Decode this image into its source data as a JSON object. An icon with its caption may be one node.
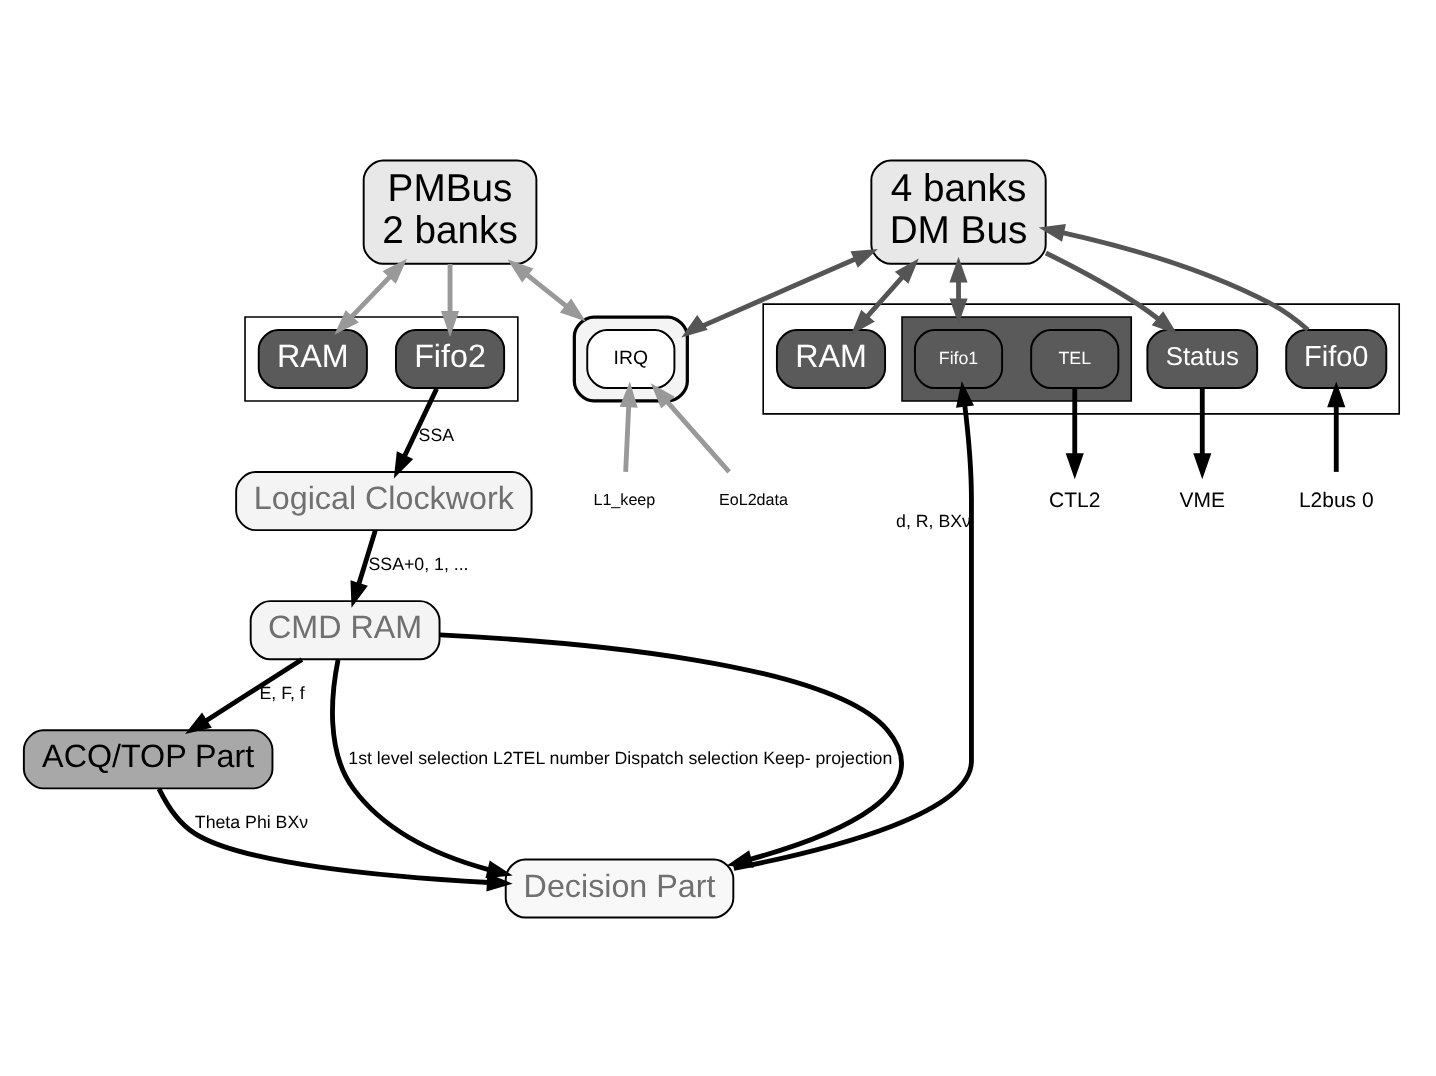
{
  "diagram": {
    "nodes": [
      {
        "text": [
          "PMBus",
          "2 banks"
        ]
      },
      {
        "text": [
          "4 banks",
          "DM Bus"
        ]
      },
      {
        "text": [],
        "shape": "box"
      },
      {
        "text": [
          "RAM"
        ],
        "in": 2
      },
      {
        "text": [
          "Fifo2"
        ],
        "in": 2
      },
      {
        "text": [],
        "shape": "box"
      },
      {
        "text": [
          "IRQ"
        ],
        "in": 5
      },
      {
        "text": [],
        "shape": "box"
      },
      {
        "text": [
          "RAM"
        ],
        "in": 7
      },
      {
        "text": [],
        "shape": "box",
        "in": 7
      },
      {
        "text": [
          "Fifo1"
        ],
        "in": 9
      },
      {
        "text": [
          "TEL"
        ],
        "in": 9
      },
      {
        "text": [
          "Status"
        ],
        "in": 7
      },
      {
        "text": [
          "Fifo0"
        ],
        "in": 7
      },
      {
        "text": [
          "Logical Clockwork"
        ]
      },
      {
        "text": [
          "CMD RAM"
        ]
      },
      {
        "text": [
          "ACQ/TOP Part"
        ]
      },
      {
        "text": [
          "Decision Part"
        ]
      },
      {
        "text": [
          "L1_keep"
        ]
      },
      {
        "text": [
          "EoL2data"
        ]
      },
      {
        "text": [
          "CTL2"
        ]
      },
      {
        "text": [
          "VME"
        ]
      },
      {
        "text": [
          "L2bus 0"
        ]
      }
    ],
    "edges": [
      {
        "from": 0,
        "to": 3,
        "arrow": "both",
        "color": "#999999"
      },
      {
        "from": 0,
        "to": 4,
        "arrow": "to",
        "color": "#999999"
      },
      {
        "from": 0,
        "to": 5,
        "arrow": "both",
        "color": "#999999"
      },
      {
        "from": 1,
        "to": 5,
        "arrow": "both",
        "color": "#555555"
      },
      {
        "from": 1,
        "to": 8,
        "arrow": "both",
        "color": "#555555"
      },
      {
        "from": 1,
        "to": 9,
        "arrow": "both",
        "color": "#555555"
      },
      {
        "from": 1,
        "to": 12,
        "arrow": "to",
        "color": "#555555"
      },
      {
        "from": 13,
        "to": 1,
        "arrow": "to",
        "color": "#555555"
      },
      {
        "from": 4,
        "to": 14,
        "arrow": "to",
        "label": "SSA"
      },
      {
        "from": 18,
        "to": 6,
        "arrow": "to",
        "color": "#999999"
      },
      {
        "from": 19,
        "to": 6,
        "arrow": "to",
        "color": "#999999"
      },
      {
        "from": 14,
        "to": 15,
        "arrow": "to",
        "label": "SSA+0, 1, ..."
      },
      {
        "from": 15,
        "to": 17,
        "arrow": "to",
        "label": "1st level selection L2TEL number Dispatch selection Keep- projection"
      },
      {
        "from": 15,
        "to": 17,
        "arrow": "to"
      },
      {
        "from": 15,
        "to": 16,
        "arrow": "to",
        "label": "E, F, f"
      },
      {
        "from": 16,
        "to": 17,
        "arrow": "to",
        "label": "Theta Phi BXν"
      },
      {
        "from": 17,
        "to": 10,
        "arrow": "to",
        "label": "d, R, BXν"
      },
      {
        "from": 11,
        "to": 20,
        "arrow": "to"
      },
      {
        "from": 12,
        "to": 21,
        "arrow": "to"
      },
      {
        "from": 22,
        "to": 13,
        "arrow": "to"
      }
    ]
  }
}
